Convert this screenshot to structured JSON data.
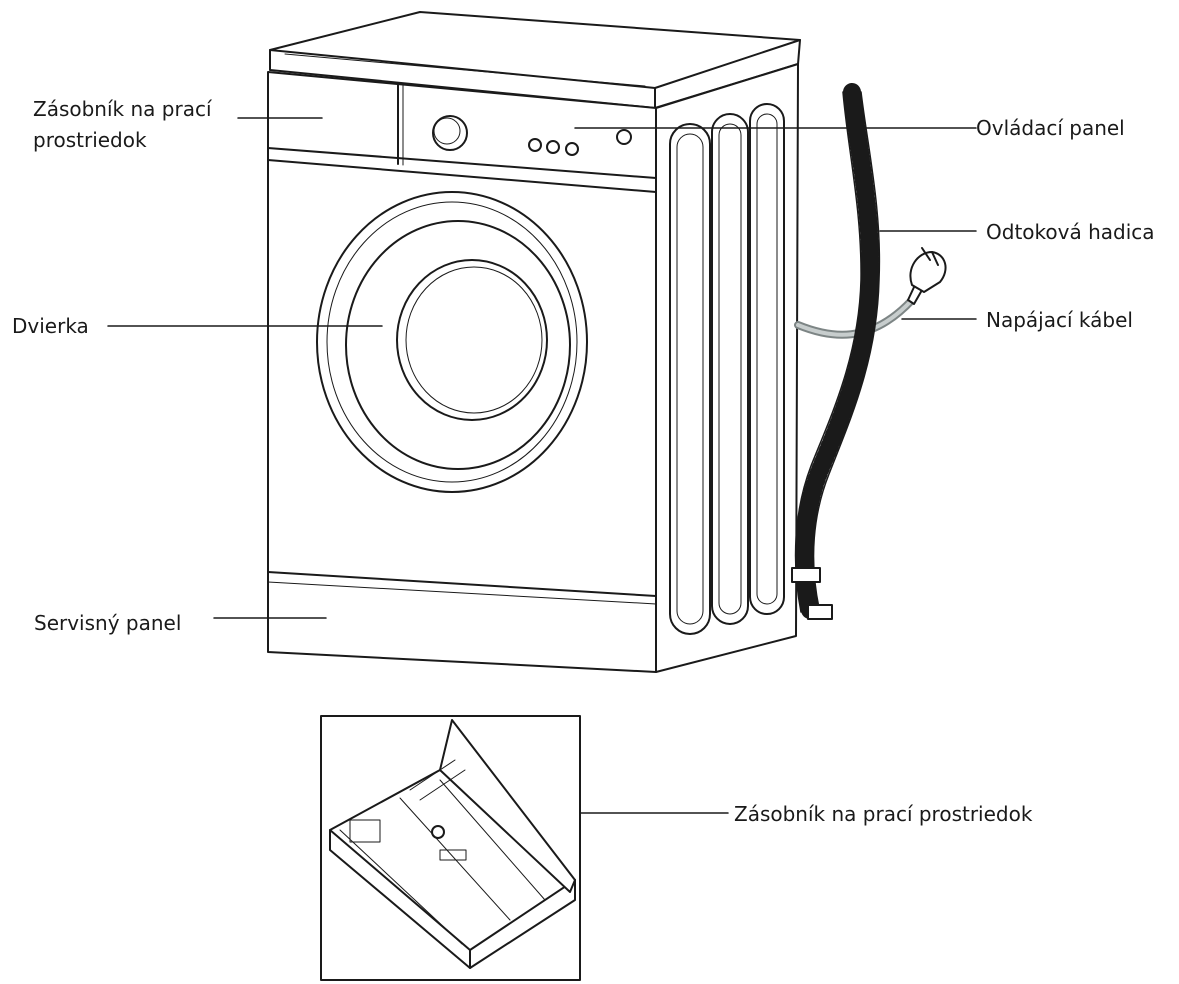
{
  "labels": {
    "detergent_dispenser_top": "Zásobník na prací prostriedok",
    "control_panel": "Ovládací panel",
    "drain_hose": "Odtoková hadica",
    "door": "Dvierka",
    "power_cable": "Napájací kábel",
    "service_panel": "Servisný panel",
    "detergent_dispenser_bottom": "Zásobník na prací prostriedok"
  },
  "colors": {
    "line": "#1a1a1a",
    "background": "#ffffff",
    "cable": "#9aa3a3"
  }
}
